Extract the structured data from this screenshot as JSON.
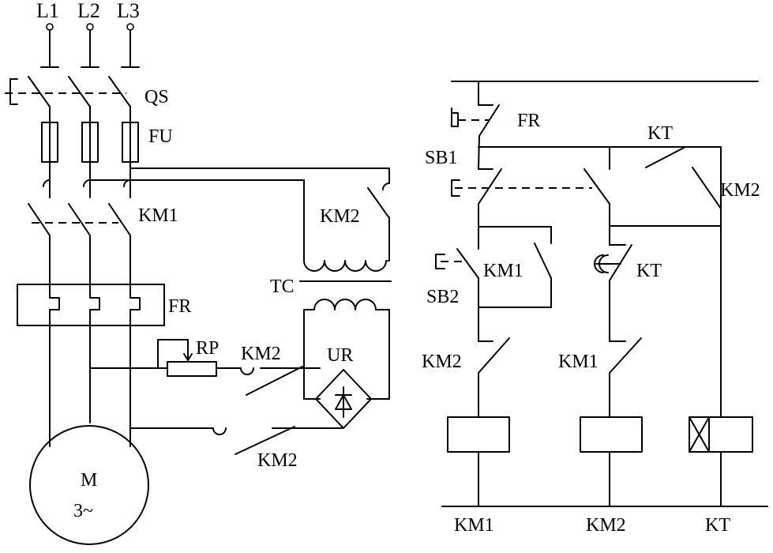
{
  "labels": {
    "l1": "L1",
    "l2": "L2",
    "l3": "L3",
    "qs": "QS",
    "fu": "FU",
    "km1_main": "KM1",
    "fr_main": "FR",
    "km2_tc": "KM2",
    "tc": "TC",
    "rp": "RP",
    "km2_rp": "KM2",
    "ur": "UR",
    "km2_bottom": "KM2",
    "motor_m": "M",
    "motor_phase": "3~",
    "fr_ctrl": "FR",
    "sb1": "SB1",
    "kt_top": "KT",
    "km2_hold": "KM2",
    "km1_hold": "KM1",
    "sb2": "SB2",
    "kt_delay": "KT",
    "km2_nc": "KM2",
    "km1_nc": "KM1",
    "coil_km1": "KM1",
    "coil_km2": "KM2",
    "coil_kt": "KT"
  }
}
